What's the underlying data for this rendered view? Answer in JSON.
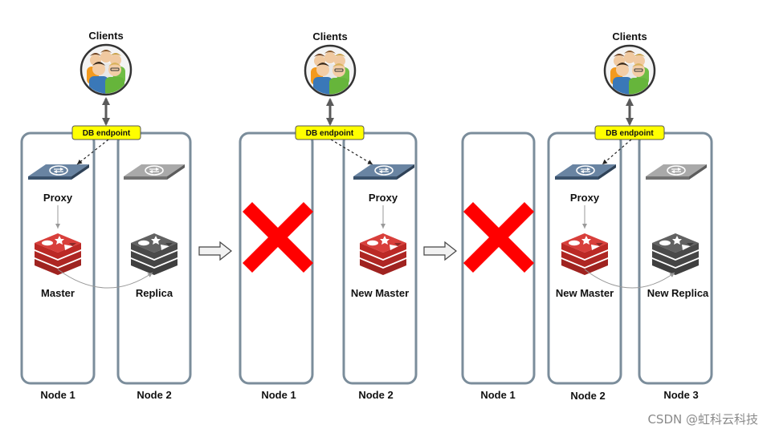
{
  "colors": {
    "node_border": "#7b8d9b",
    "endpoint_fill": "#ffff00",
    "endpoint_border": "#555555",
    "redis_active": "#d52f2b",
    "redis_inactive": "#555555",
    "proxy_active": "#4f6f92",
    "proxy_inactive": "#9a9a9a",
    "cross": "#ff0000",
    "link": "#5a5a5a"
  },
  "icons": {
    "clients": "people-group-icon",
    "proxy": "network-switch-icon",
    "redis": "redis-logo-icon",
    "failure": "red-cross-icon",
    "transition": "right-arrow-icon"
  },
  "panels": [
    {
      "clients_label": "Clients",
      "endpoint_label": "DB endpoint",
      "nodes": [
        {
          "label": "Node 1",
          "proxy_label": "Proxy",
          "proxy_active": true,
          "redis_label": "Master",
          "redis_active": true,
          "failed": false
        },
        {
          "label": "Node 2",
          "proxy_label": "",
          "proxy_active": false,
          "redis_label": "Replica",
          "redis_active": false,
          "failed": false
        }
      ]
    },
    {
      "clients_label": "Clients",
      "endpoint_label": "DB endpoint",
      "nodes": [
        {
          "label": "Node 1",
          "failed": true
        },
        {
          "label": "Node 2",
          "proxy_label": "Proxy",
          "proxy_active": true,
          "redis_label": "New Master",
          "redis_active": true,
          "failed": false
        }
      ]
    },
    {
      "clients_label": "Clients",
      "endpoint_label": "DB endpoint",
      "nodes": [
        {
          "label": "Node 1",
          "failed": true
        },
        {
          "label": "Node 2",
          "proxy_label": "Proxy",
          "proxy_active": true,
          "redis_label": "New Master",
          "redis_active": true,
          "failed": false
        },
        {
          "label": "Node 3",
          "proxy_label": "",
          "proxy_active": false,
          "redis_label": "New Replica",
          "redis_active": false,
          "failed": false
        }
      ]
    }
  ],
  "watermark": "CSDN @虹科云科技"
}
